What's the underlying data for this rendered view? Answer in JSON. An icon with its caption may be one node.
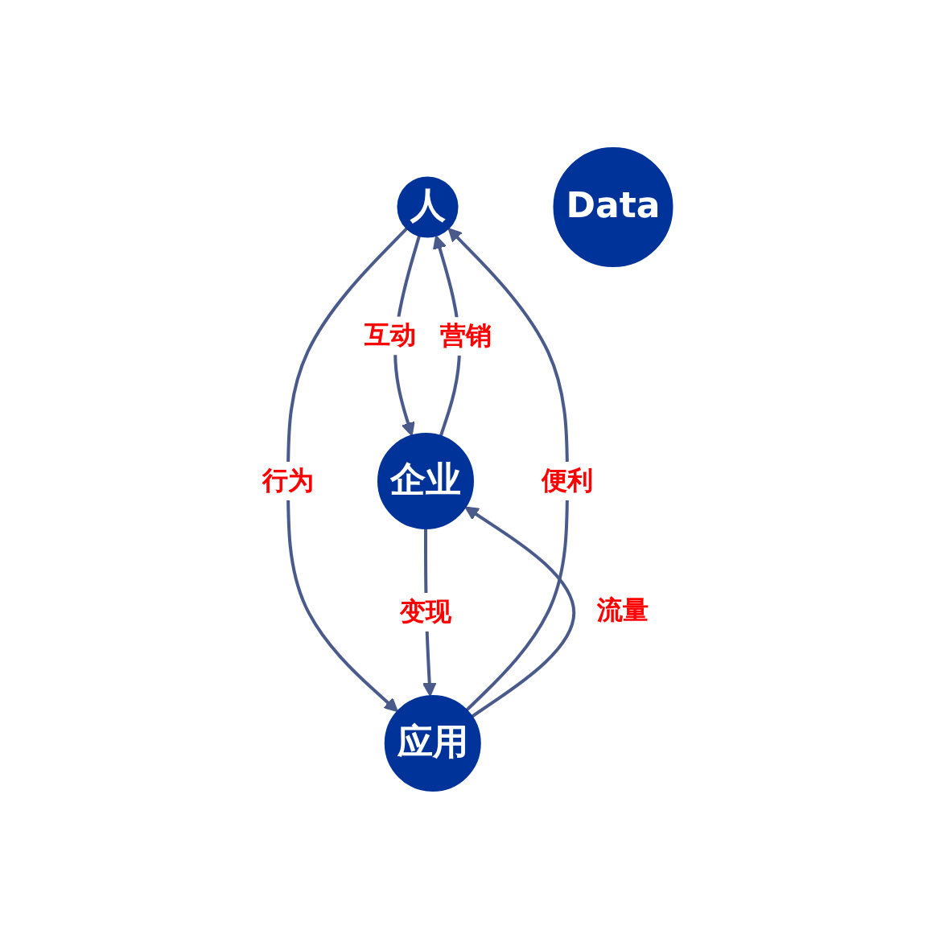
{
  "diagram": {
    "nodes": [
      {
        "text": [
          "人"
        ]
      },
      {
        "text": [
          "Data"
        ]
      },
      {
        "text": [
          "企业"
        ]
      },
      {
        "text": [
          "应用"
        ]
      }
    ],
    "edges": [
      {
        "from": 2,
        "to": 0,
        "arrow": "to",
        "label": "营销"
      },
      {
        "from": 0,
        "to": 2,
        "arrow": "to",
        "label": "互动"
      },
      {
        "from": 3,
        "to": 0,
        "arrow": "to",
        "label": "便利"
      },
      {
        "from": 0,
        "to": 3,
        "arrow": "to",
        "label": "行为"
      },
      {
        "from": 2,
        "to": 3,
        "arrow": "to",
        "label": "变现"
      },
      {
        "from": 3,
        "to": 2,
        "arrow": "to",
        "label": "流量"
      }
    ]
  }
}
